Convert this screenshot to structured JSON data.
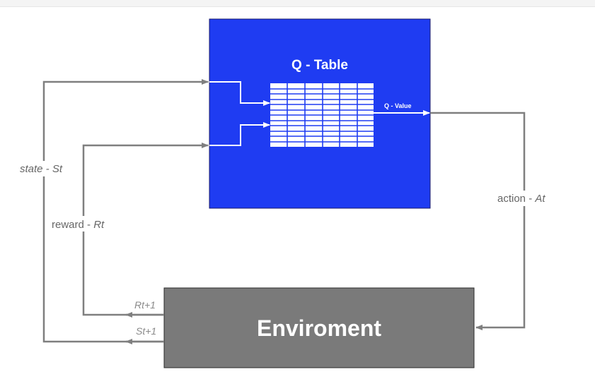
{
  "colors": {
    "qtable_box": "#1f3cf2",
    "environment_box": "#7a7a7a",
    "arrow": "#7f7f7f",
    "inner_arrow": "#ffffff"
  },
  "qtable": {
    "title": "Q - Table",
    "output_label": "Q - Value"
  },
  "environment": {
    "title": "Enviroment"
  },
  "labels": {
    "state": "state - St",
    "reward_prefix": "reward - ",
    "reward_var": "Rt",
    "action_prefix": "action - ",
    "action_var": "At",
    "next_reward": "Rt+1",
    "next_state": "St+1"
  }
}
